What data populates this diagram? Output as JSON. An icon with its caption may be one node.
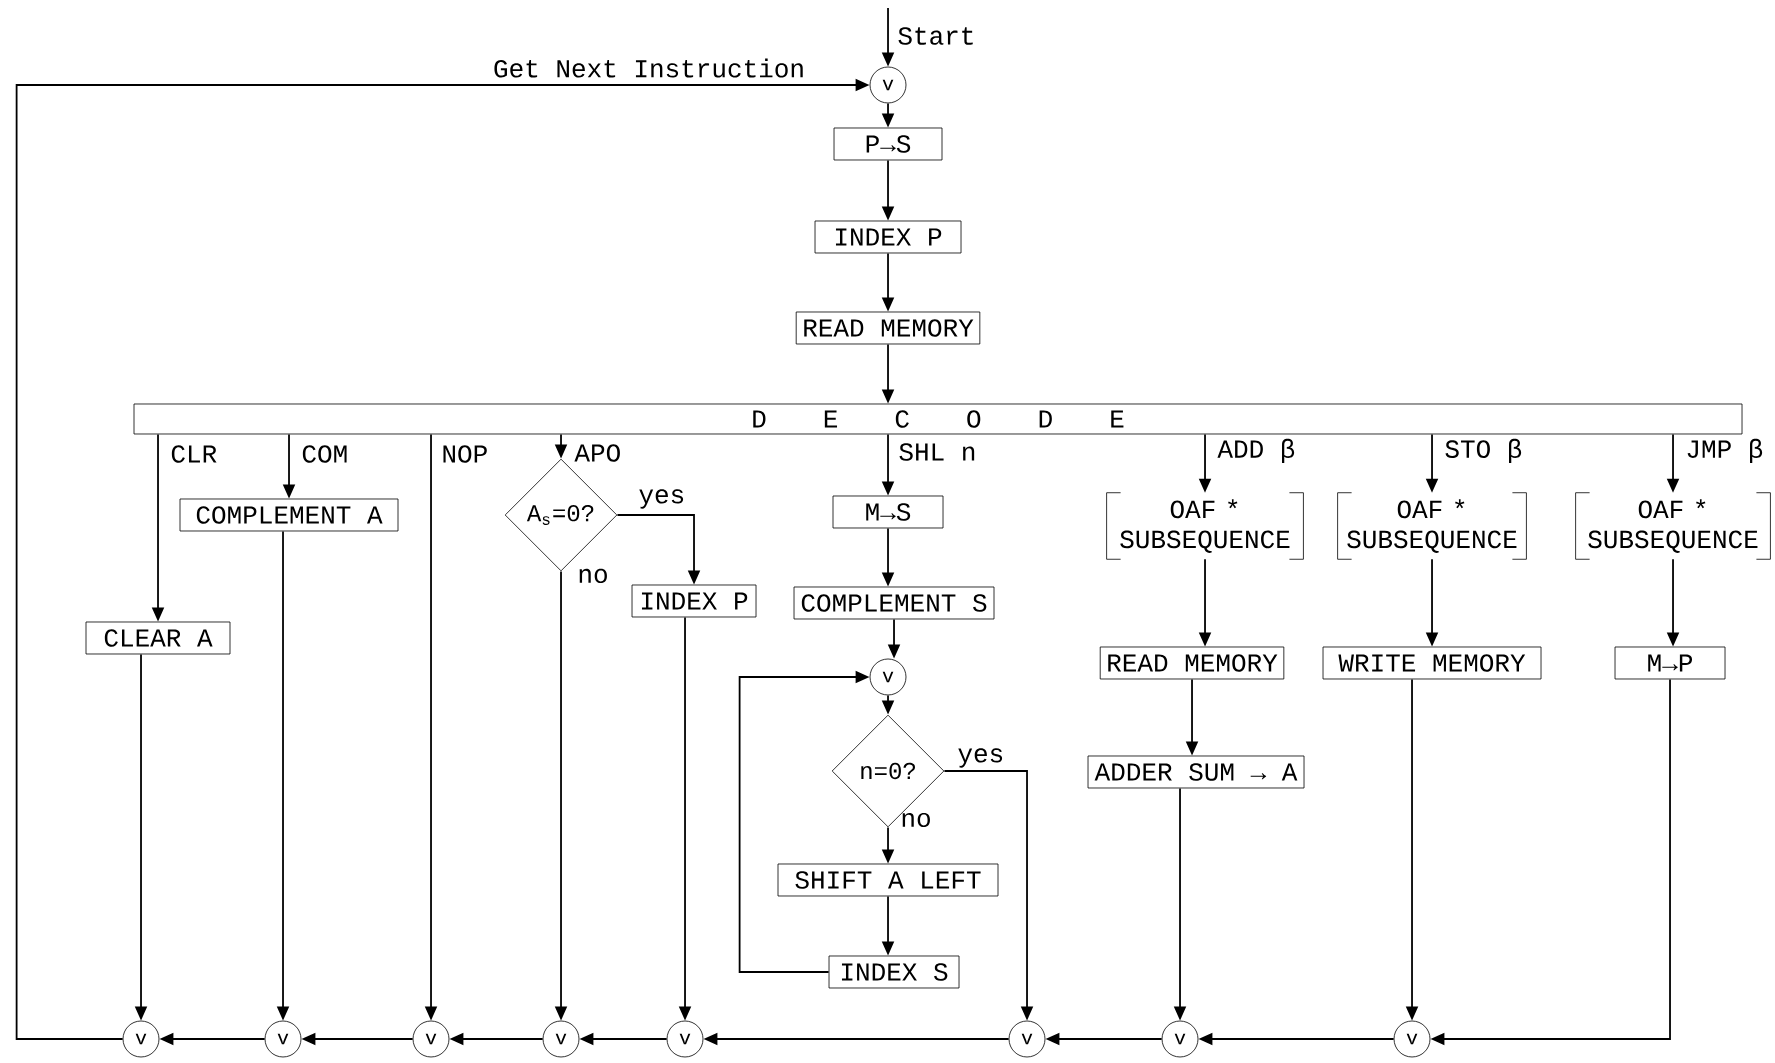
{
  "diagram": {
    "nodes": [
      {
        "text": [
          "v"
        ]
      },
      {
        "text": [
          "P→S"
        ]
      },
      {
        "text": [
          "INDEX P"
        ]
      },
      {
        "text": [
          "READ MEMORY"
        ]
      },
      {
        "text": [
          "D E C O D E"
        ]
      },
      {
        "text": [
          "COMPLEMENT A"
        ]
      },
      {
        "text": [
          "CLEAR A"
        ]
      },
      {
        "text": [
          "A$_{s}$=0?"
        ]
      },
      {
        "text": [
          "INDEX P"
        ]
      },
      {
        "text": [
          "M→S"
        ]
      },
      {
        "text": [
          "COMPLEMENT S"
        ]
      },
      {
        "text": [
          "v"
        ]
      },
      {
        "text": [
          "n=0?"
        ]
      },
      {
        "text": [
          "SHIFT A LEFT"
        ]
      },
      {
        "text": [
          "INDEX S"
        ]
      },
      {
        "text": [
          "OAF * SUBSEQUENCE"
        ]
      },
      {
        "text": [
          "OAF * SUBSEQUENCE"
        ]
      },
      {
        "text": [
          "OAF * SUBSEQUENCE"
        ]
      },
      {
        "text": [
          "READ MEMORY"
        ]
      },
      {
        "text": [
          "WRITE MEMORY"
        ]
      },
      {
        "text": [
          "M→P"
        ]
      },
      {
        "text": [
          "ADDER SUM → A"
        ]
      },
      {
        "text": [
          "v"
        ]
      },
      {
        "text": [
          "v"
        ]
      },
      {
        "text": [
          "v"
        ]
      },
      {
        "text": [
          "v"
        ]
      },
      {
        "text": [
          "v"
        ]
      },
      {
        "text": [
          "v"
        ]
      },
      {
        "text": [
          "v"
        ]
      },
      {
        "text": [
          "v"
        ]
      }
    ],
    "edges": [
      {
        "from": null,
        "to": 0,
        "arrow": "to",
        "label": "Start"
      },
      {
        "from": 0,
        "to": 1,
        "arrow": "to"
      },
      {
        "from": 1,
        "to": 2,
        "arrow": "to"
      },
      {
        "from": 2,
        "to": 3,
        "arrow": "to"
      },
      {
        "from": 3,
        "to": 4,
        "arrow": "to"
      },
      {
        "from": 4,
        "to": 6,
        "arrow": "to",
        "label": "CLR"
      },
      {
        "from": 4,
        "to": 5,
        "arrow": "to",
        "label": "COM"
      },
      {
        "from": 4,
        "to": 24,
        "arrow": "to",
        "label": "NOP"
      },
      {
        "from": 4,
        "to": 7,
        "arrow": "to",
        "label": "APO"
      },
      {
        "from": 4,
        "to": 9,
        "arrow": "to",
        "label": "SHL n"
      },
      {
        "from": 4,
        "to": 15,
        "arrow": "to",
        "label": "ADD β"
      },
      {
        "from": 4,
        "to": 16,
        "arrow": "to",
        "label": "STO β"
      },
      {
        "from": 4,
        "to": 17,
        "arrow": "to",
        "label": "JMP β"
      },
      {
        "from": 6,
        "to": 22,
        "arrow": "to"
      },
      {
        "from": 5,
        "to": 23,
        "arrow": "to"
      },
      {
        "from": 7,
        "to": 25,
        "arrow": "to",
        "label": "no"
      },
      {
        "from": 7,
        "to": 8,
        "arrow": "to",
        "label": "yes"
      },
      {
        "from": 8,
        "to": 26,
        "arrow": "to"
      },
      {
        "from": 9,
        "to": 10,
        "arrow": "to"
      },
      {
        "from": 10,
        "to": 11,
        "arrow": "to"
      },
      {
        "from": 11,
        "to": 12,
        "arrow": "to"
      },
      {
        "from": 12,
        "to": 13,
        "arrow": "to",
        "label": "no"
      },
      {
        "from": 13,
        "to": 14,
        "arrow": "to"
      },
      {
        "from": 14,
        "to": 11,
        "arrow": "to"
      },
      {
        "from": 12,
        "to": 27,
        "arrow": "to",
        "label": "yes"
      },
      {
        "from": 15,
        "to": 18,
        "arrow": "to"
      },
      {
        "from": 18,
        "to": 21,
        "arrow": "to"
      },
      {
        "from": 21,
        "to": 28,
        "arrow": "to"
      },
      {
        "from": 16,
        "to": 19,
        "arrow": "to"
      },
      {
        "from": 19,
        "to": 29,
        "arrow": "to"
      },
      {
        "from": 17,
        "to": 20,
        "arrow": "to"
      },
      {
        "from": 20,
        "to": 29,
        "arrow": "to"
      },
      {
        "from": 29,
        "to": 28,
        "arrow": "to"
      },
      {
        "from": 28,
        "to": 27,
        "arrow": "to"
      },
      {
        "from": 27,
        "to": 26,
        "arrow": "to"
      },
      {
        "from": 26,
        "to": 25,
        "arrow": "to"
      },
      {
        "from": 25,
        "to": 24,
        "arrow": "to"
      },
      {
        "from": 24,
        "to": 23,
        "arrow": "to"
      },
      {
        "from": 23,
        "to": 22,
        "arrow": "to"
      },
      {
        "from": 22,
        "to": 0,
        "arrow": "to",
        "label": "Get Next Instruction"
      }
    ]
  }
}
